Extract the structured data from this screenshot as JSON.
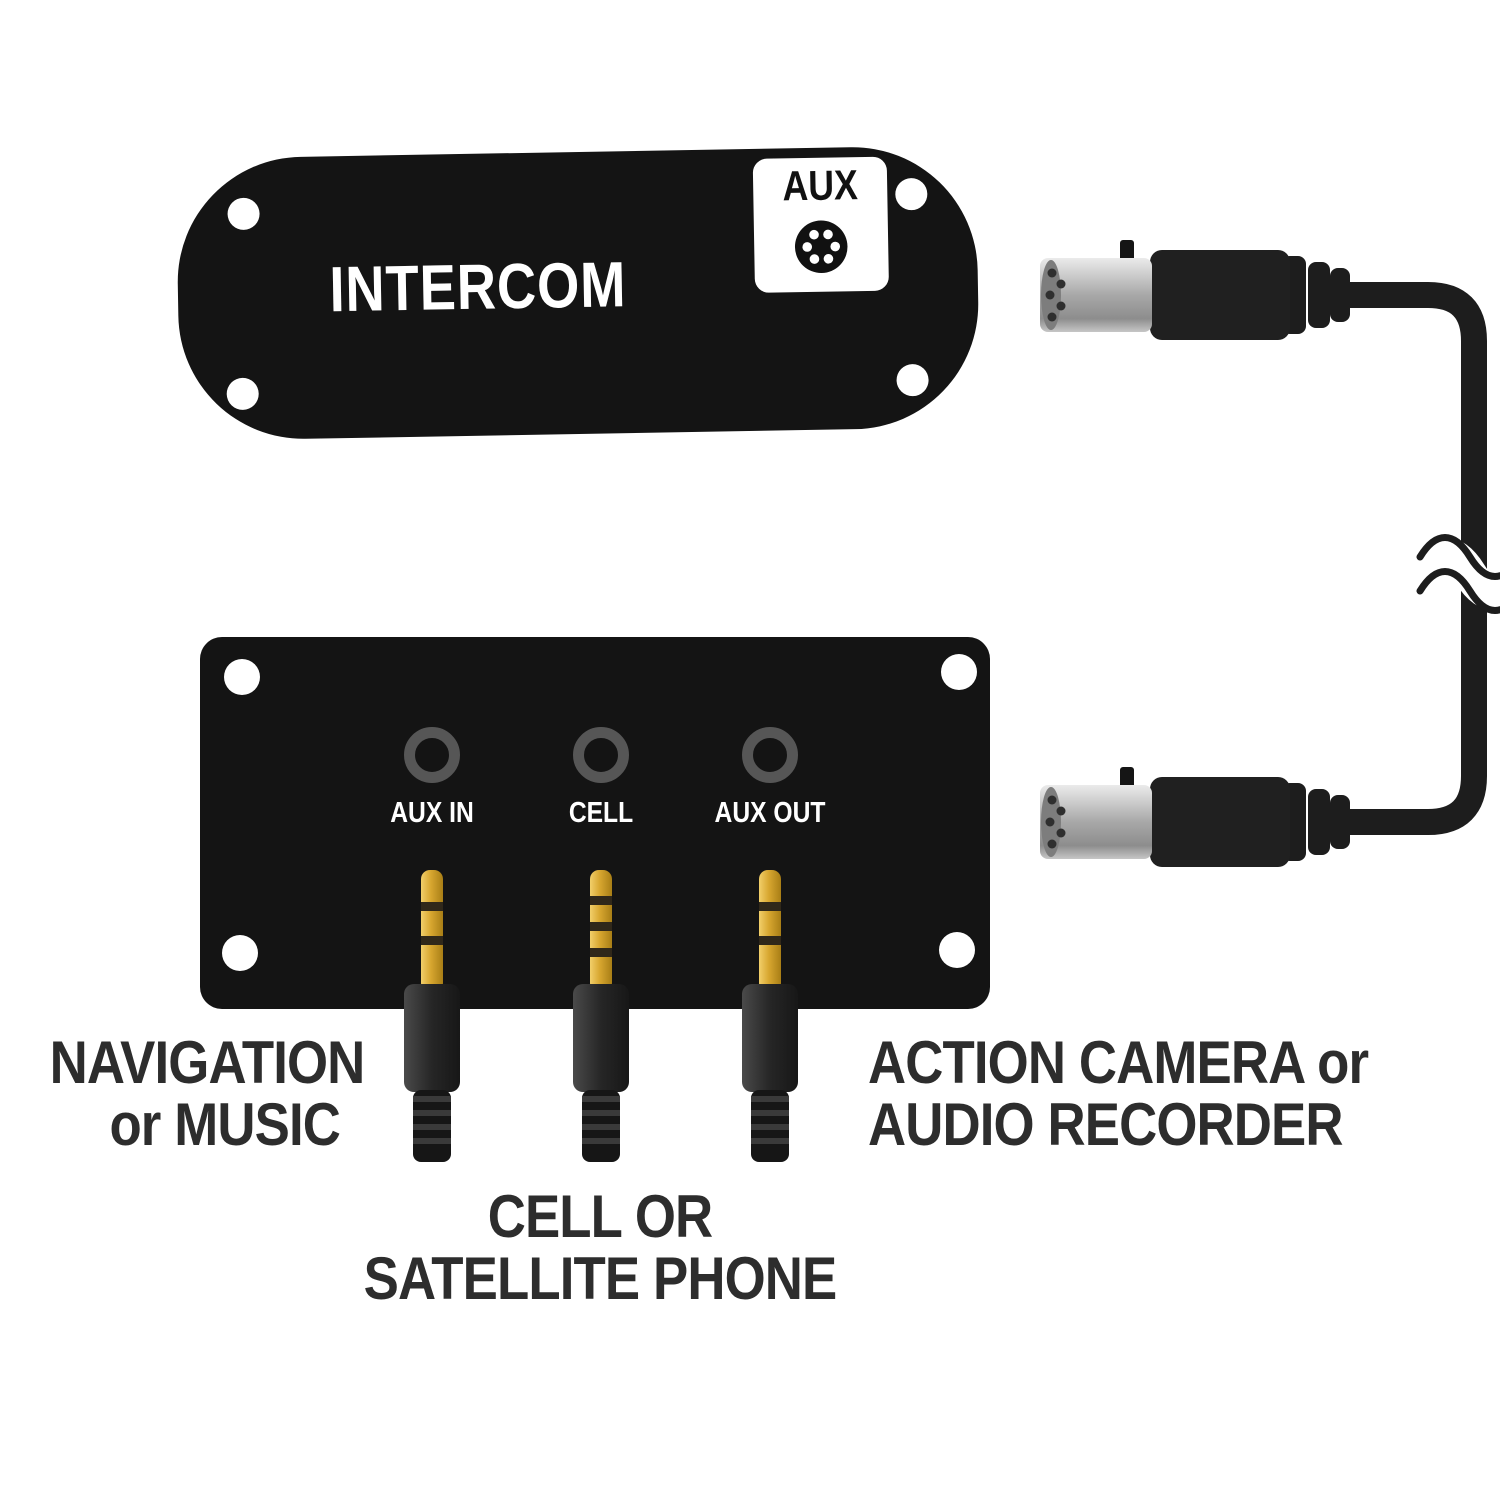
{
  "diagram": {
    "top_unit": {
      "label": "INTERCOM",
      "badge": "AUX"
    },
    "panel": {
      "ports": [
        {
          "label": "AUX IN"
        },
        {
          "label": "CELL"
        },
        {
          "label": "AUX OUT"
        }
      ]
    },
    "captions": {
      "navigation_line1": "NAVIGATION",
      "navigation_line2": "or MUSIC",
      "cell_line1": "CELL OR",
      "cell_line2": "SATELLITE PHONE",
      "camera_line1": "ACTION CAMERA or",
      "camera_line2": "AUDIO RECORDER"
    },
    "colors": {
      "device_black": "#141414",
      "caption_text": "#2d2d2d",
      "port_ring": "#565656",
      "gold": "#d7a62f",
      "silver": "#b0b0b0",
      "cable": "#1d1d1d"
    }
  }
}
